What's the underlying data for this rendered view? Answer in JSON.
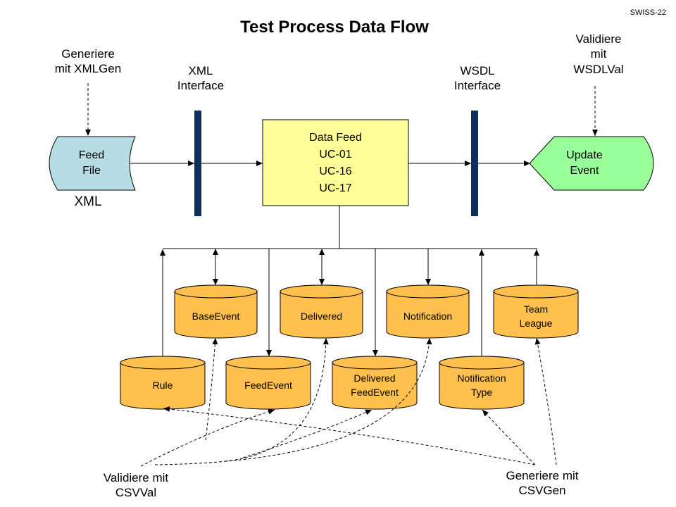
{
  "header": {
    "title": "Test Process Data Flow",
    "code": "SWISS-22"
  },
  "labels": {
    "generate_xml": "Generiere\nmit XMLGen",
    "xml_interface": "XML\nInterface",
    "wsdl_interface": "WSDL\nInterface",
    "validate_wsdl": "Validiere\nmit\nWSDLVal",
    "xml_caption": "XML",
    "validate_csv": "Validiere mit\nCSVVal",
    "generate_csv": "Generiere mit\nCSVGen"
  },
  "nodes": {
    "feed_file": "Feed\nFile",
    "data_feed": "Data Feed\nUC-01\nUC-16\nUC-17",
    "update_event": "Update\nEvent"
  },
  "databases": {
    "base_event": "BaseEvent",
    "delivered": "Delivered",
    "notification": "Notification",
    "team_league": "Team\nLeague",
    "rule": "Rule",
    "feed_event": "FeedEvent",
    "delivered_feed_event": "Delivered\nFeedEvent",
    "notification_type": "Notification\nType"
  },
  "colors": {
    "feed_file_fill": "#b6dde3",
    "data_feed_fill": "#ffff99",
    "update_event_fill": "#99ff99",
    "database_fill": "#ffc04d",
    "interface_bar": "#0d2f5a"
  }
}
